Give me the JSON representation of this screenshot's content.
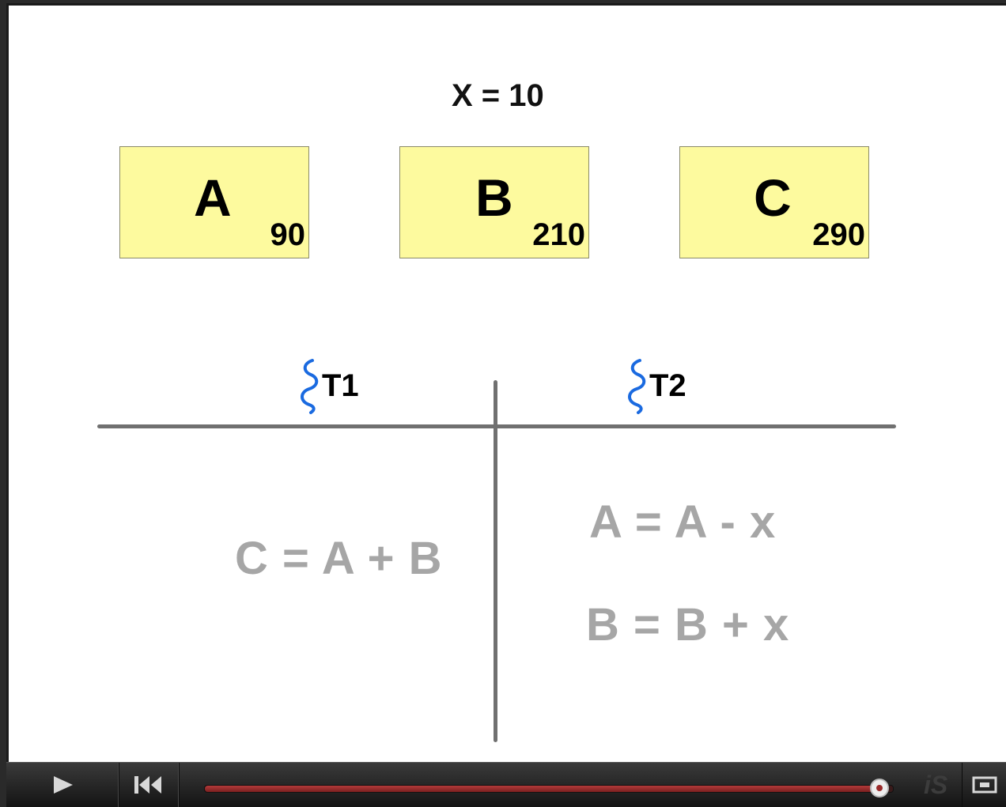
{
  "header": {
    "x_label": "X = 10"
  },
  "boxes": [
    {
      "letter": "A",
      "value": "90"
    },
    {
      "letter": "B",
      "value": "210"
    },
    {
      "letter": "C",
      "value": "290"
    }
  ],
  "threads": [
    {
      "label": "T1",
      "statements": [
        "C = A + B"
      ]
    },
    {
      "label": "T2",
      "statements": [
        "A = A - x",
        "B = B + x"
      ]
    }
  ],
  "player": {
    "progress": 0.98,
    "logo_text": "iS",
    "accent_color": "#9a2a2a"
  },
  "colors": {
    "box_fill": "#fdfa9e",
    "thread_icon": "#1a6ae0",
    "statement_text": "#a6a6a6"
  }
}
